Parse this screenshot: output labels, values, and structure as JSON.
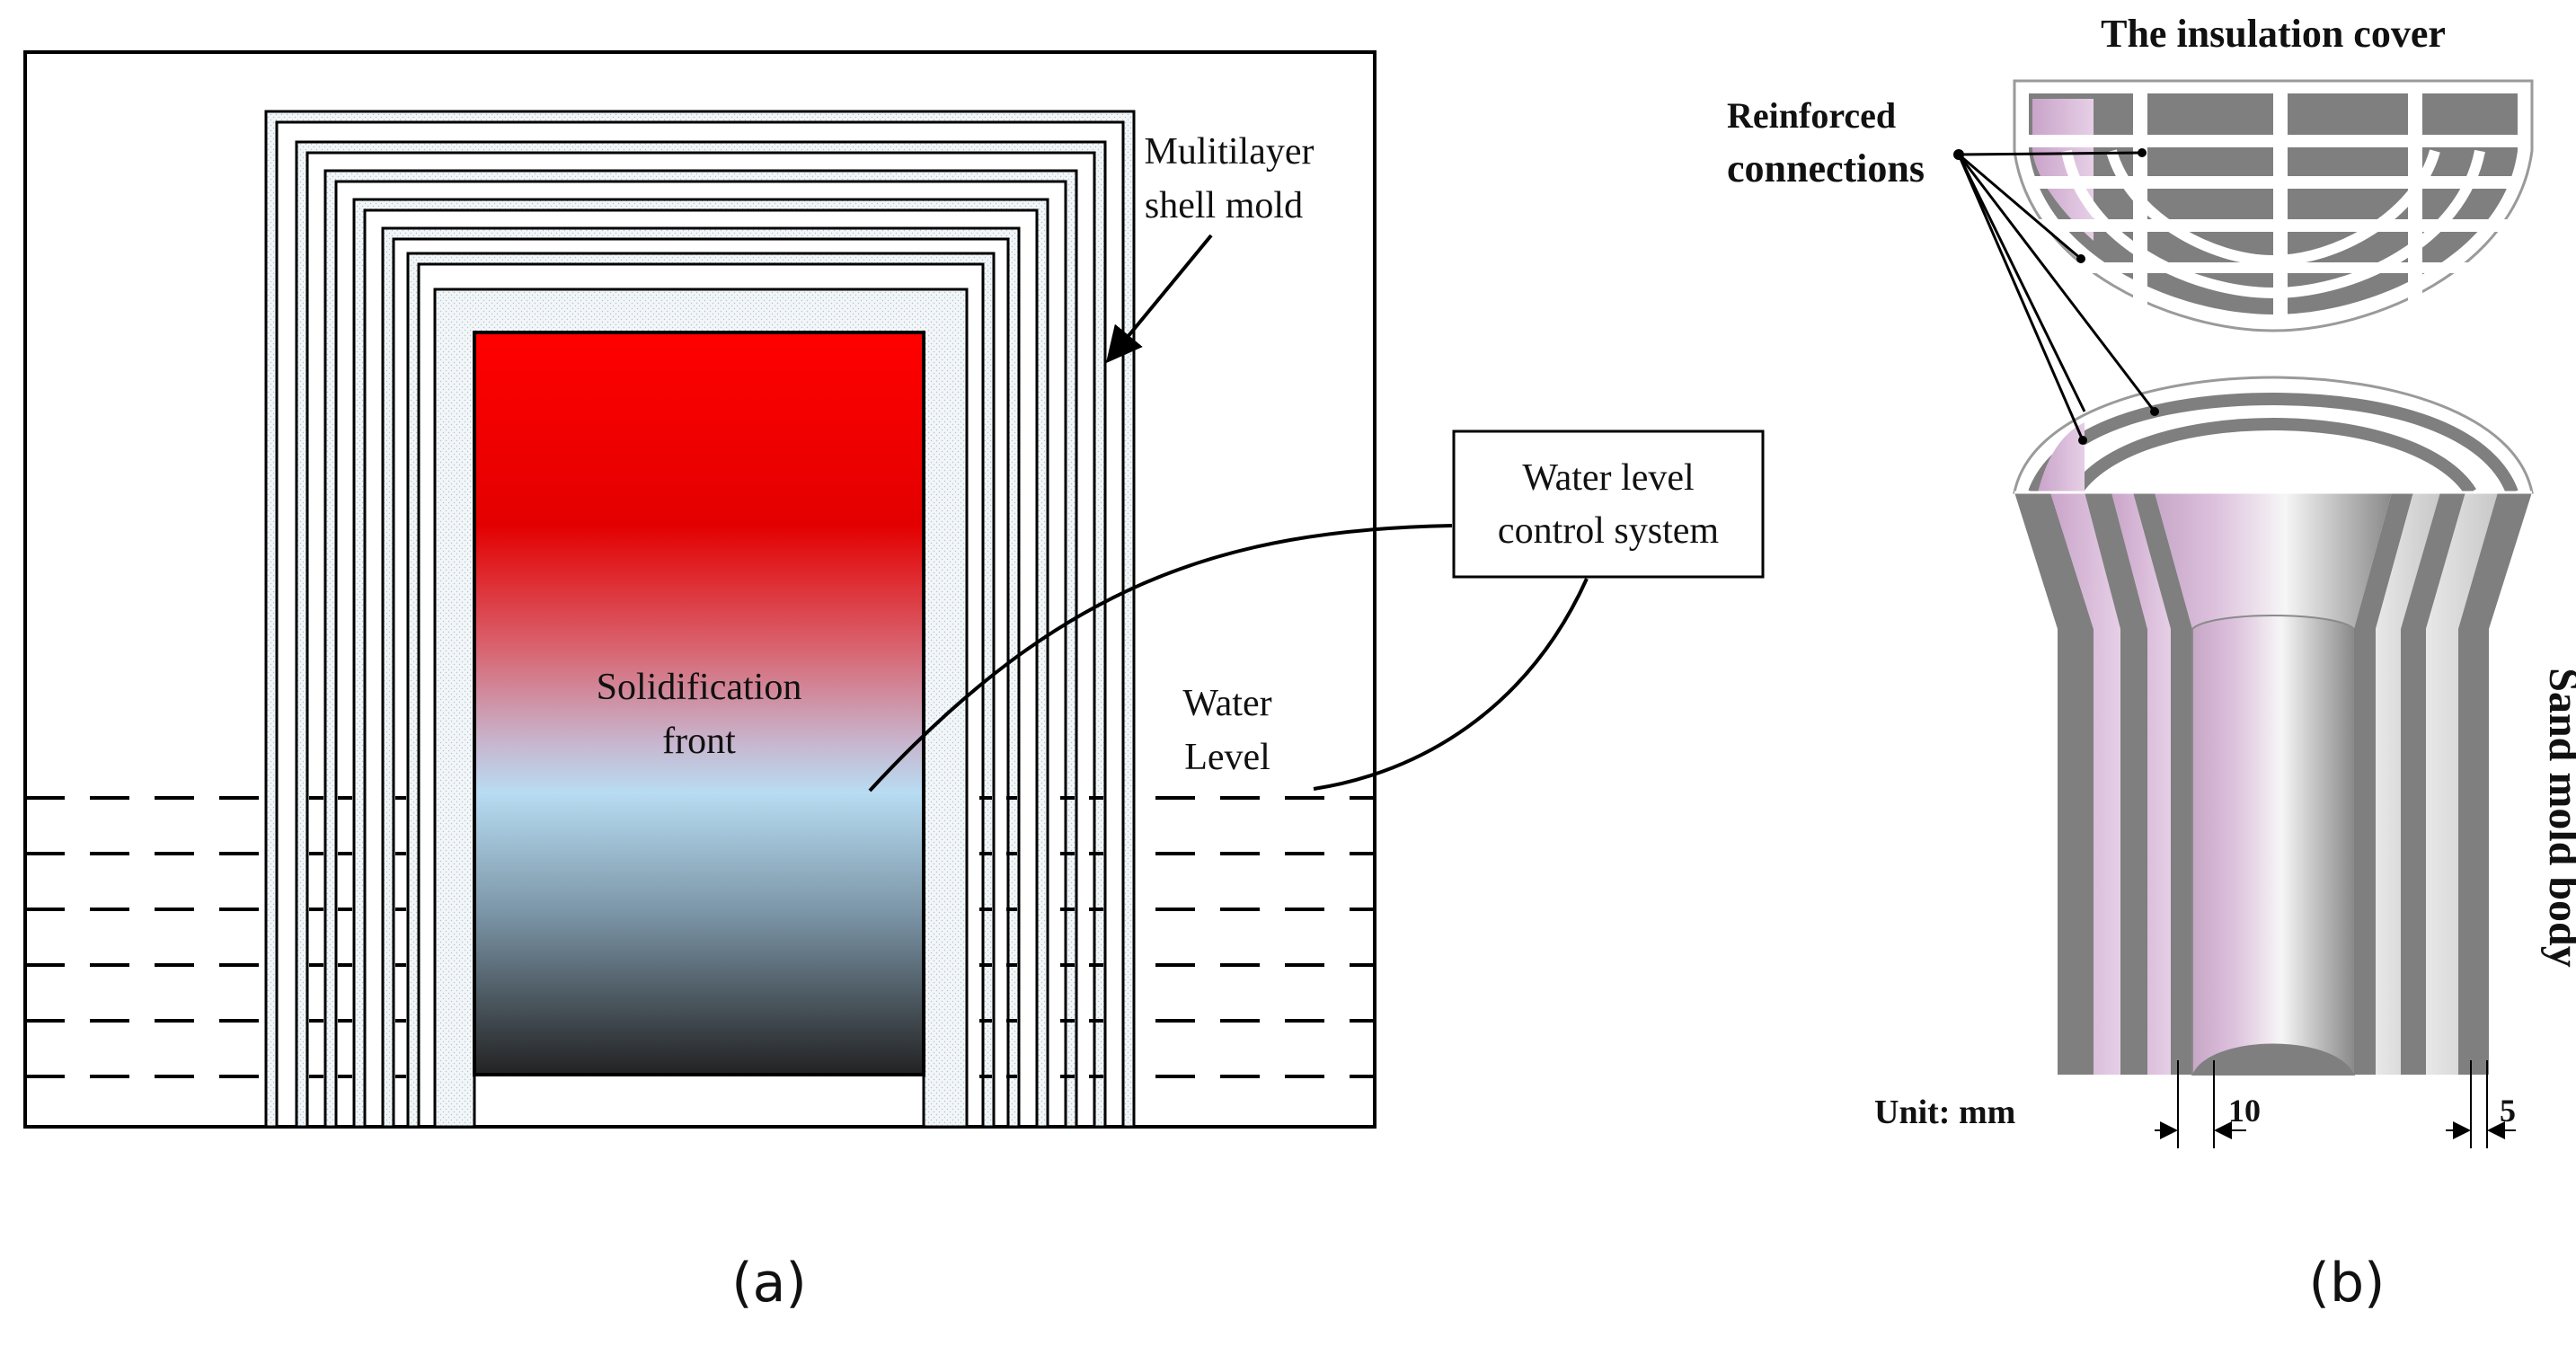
{
  "panel_a": {
    "caption": "(a)",
    "shell_label": [
      "Mulitilayer",
      "shell mold"
    ],
    "control_label": [
      "Water level",
      "control system"
    ],
    "front_label": [
      "Solidification",
      "front"
    ],
    "water_label": [
      "Water",
      "Level"
    ]
  },
  "panel_b": {
    "caption": "(b)",
    "cover_title": "The insulation cover",
    "reinforced_label": [
      "Reinforced",
      "connections"
    ],
    "body_label": "Sand mold body",
    "unit_label": "Unit: mm",
    "dim_10": "10",
    "dim_5": "5"
  },
  "colors": {
    "casting_top": "#ff0000",
    "casting_mid": "#e00000",
    "casting_front": "#b8dcf0",
    "casting_bottom": "#222222",
    "mold_gray": "#7d7d7d",
    "mold_pink": "#d8b6d8",
    "mold_light": "#d6d6d6"
  }
}
